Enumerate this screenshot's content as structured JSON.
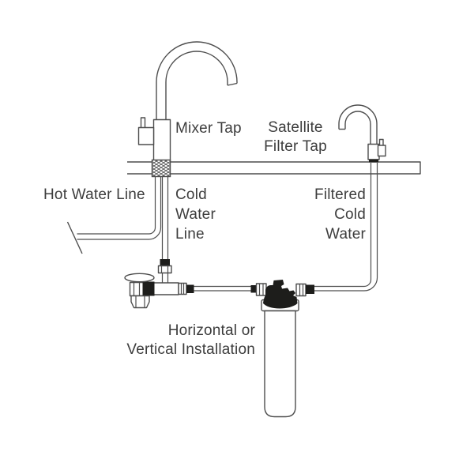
{
  "colors": {
    "background": "#ffffff",
    "line": "#4d4d4d",
    "component_dark": "#1d1d1b",
    "text": "#3d3d3d"
  },
  "labels": {
    "mixer_tap": "Mixer Tap",
    "satellite_filter_tap": "Satellite\nFilter Tap",
    "hot_water_line": "Hot Water Line",
    "cold_water_line": "Cold\nWater\nLine",
    "filtered_cold_water": "Filtered\nCold\nWater",
    "installation_note": "Horizontal or\nVertical Installation"
  },
  "components": [
    "mixer-tap",
    "satellite-filter-tap",
    "worktop",
    "braided-connector",
    "hot-water-pipe",
    "cold-water-pipe",
    "shut-off-valve",
    "supply-tube",
    "filter-cartridge",
    "filtered-water-pipe"
  ]
}
